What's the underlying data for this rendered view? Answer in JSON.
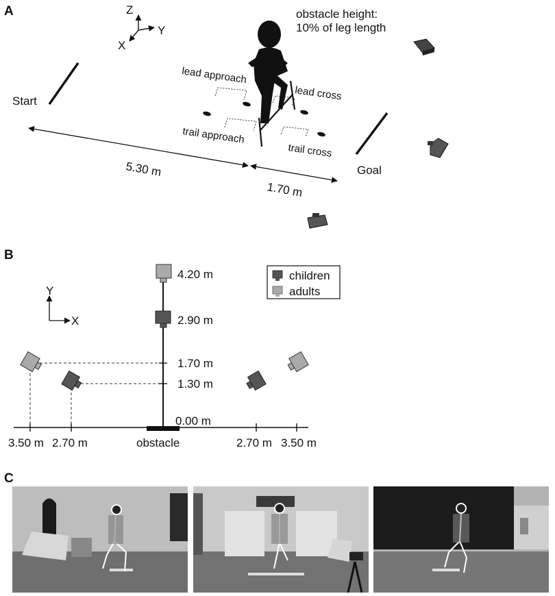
{
  "panel_a": {
    "letter": "A",
    "axes": {
      "z": "Z",
      "y": "Y",
      "x": "X"
    },
    "obstacle_height_line1": "obstacle height:",
    "obstacle_height_line2": "10% of leg length",
    "start_label": "Start",
    "goal_label": "Goal",
    "lead_approach": "lead approach",
    "lead_cross": "lead cross",
    "trail_approach": "trail approach",
    "trail_cross": "trail cross",
    "distance_1": "5.30 m",
    "distance_2": "1.70 m"
  },
  "panel_b": {
    "letter": "B",
    "axes": {
      "y": "Y",
      "x": "X"
    },
    "legend": [
      {
        "label": "children",
        "color": "#555555"
      },
      {
        "label": "adults",
        "color": "#aaaaaa"
      }
    ],
    "y_ticks": [
      "4.20 m",
      "2.90 m",
      "1.70 m",
      "1.30 m",
      "0.00 m"
    ],
    "x_ticks_left": [
      "3.50 m",
      "2.70 m"
    ],
    "x_ticks_right": [
      "2.70 m",
      "3.50 m"
    ],
    "obstacle_label": "obstacle"
  },
  "panel_c": {
    "letter": "C"
  },
  "colors": {
    "child_camera": "#555555",
    "adult_camera": "#aaaaaa",
    "ink": "#111111"
  }
}
